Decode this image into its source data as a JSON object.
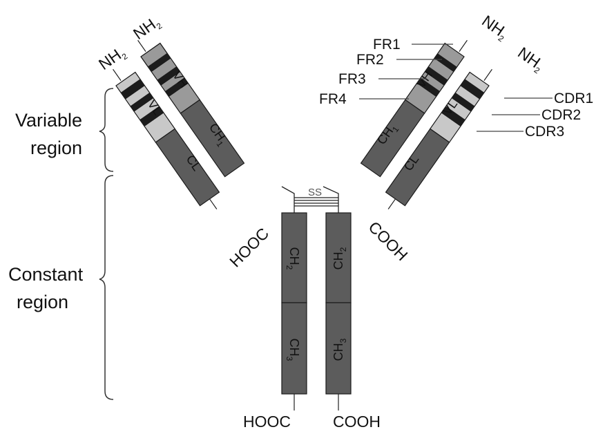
{
  "regions": {
    "variable_line1": "Variable",
    "variable_line2": "region",
    "constant_line1": "Constant",
    "constant_line2": "region"
  },
  "framework_labels": [
    "FR1",
    "FR2",
    "FR3",
    "FR4"
  ],
  "cdr_labels": [
    "CDR1",
    "CDR2",
    "CDR3"
  ],
  "termini": {
    "nh2": "NH",
    "nh2_sub": "2",
    "hooc": "HOOC",
    "cooh": "COOH"
  },
  "domains": {
    "vh": "VH",
    "vl": "VL",
    "cl": "CL",
    "ch": "CH",
    "ch1_sub": "1",
    "ch2_sub": "2",
    "ch3_sub": "3"
  },
  "disulfide": "SS",
  "colors": {
    "constant": "#5c5c5c",
    "framework_light": "#c8c8c8",
    "framework_mid": "#9a9a9a",
    "cdr": "#1c1c1c",
    "outline": "#1a1a1a"
  }
}
